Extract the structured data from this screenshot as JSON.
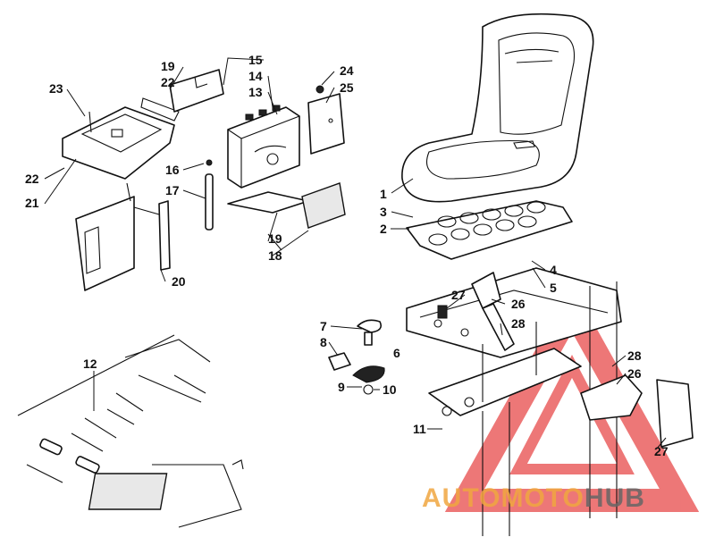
{
  "callouts": [
    {
      "id": "c1",
      "text": "1"
    },
    {
      "id": "c2",
      "text": "2"
    },
    {
      "id": "c3",
      "text": "3"
    },
    {
      "id": "c4",
      "text": "4"
    },
    {
      "id": "c5",
      "text": "5"
    },
    {
      "id": "c6",
      "text": "6"
    },
    {
      "id": "c7",
      "text": "7"
    },
    {
      "id": "c8",
      "text": "8"
    },
    {
      "id": "c9",
      "text": "9"
    },
    {
      "id": "c10",
      "text": "10"
    },
    {
      "id": "c11",
      "text": "11"
    },
    {
      "id": "c12",
      "text": "12"
    },
    {
      "id": "c13",
      "text": "13"
    },
    {
      "id": "c14",
      "text": "14"
    },
    {
      "id": "c15",
      "text": "15"
    },
    {
      "id": "c16",
      "text": "16"
    },
    {
      "id": "c17",
      "text": "17"
    },
    {
      "id": "c18",
      "text": "18"
    },
    {
      "id": "c19a",
      "text": "19"
    },
    {
      "id": "c19b",
      "text": "19"
    },
    {
      "id": "c20",
      "text": "20"
    },
    {
      "id": "c21",
      "text": "21"
    },
    {
      "id": "c22a",
      "text": "22"
    },
    {
      "id": "c22b",
      "text": "22"
    },
    {
      "id": "c23",
      "text": "23"
    },
    {
      "id": "c24",
      "text": "24"
    },
    {
      "id": "c25",
      "text": "25"
    },
    {
      "id": "c26a",
      "text": "26"
    },
    {
      "id": "c26b",
      "text": "26"
    },
    {
      "id": "c27a",
      "text": "27"
    },
    {
      "id": "c27b",
      "text": "27"
    },
    {
      "id": "c28a",
      "text": "28"
    },
    {
      "id": "c28b",
      "text": "28"
    }
  ],
  "watermark": {
    "part1": "AUTO",
    "part2": "MOTO",
    "part3": "HUB",
    "color_red": "#e84a4a",
    "color_orange": "#f0a640",
    "color_gray": "#666666"
  }
}
